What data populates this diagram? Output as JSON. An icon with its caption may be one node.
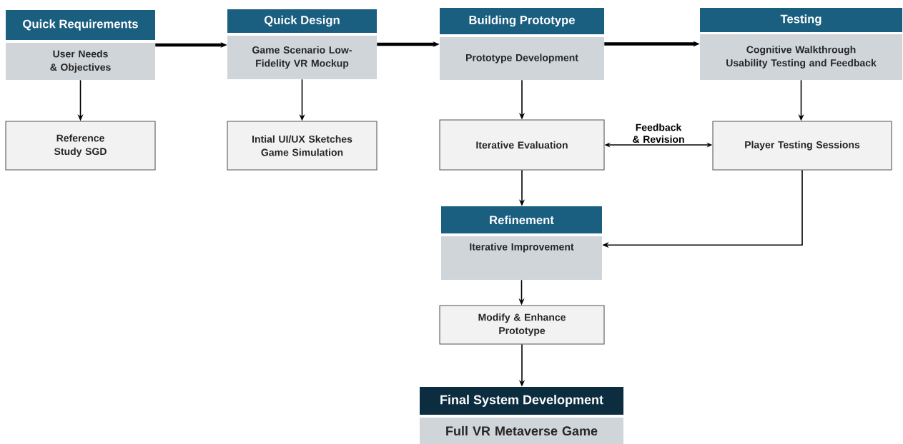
{
  "diagram": {
    "nodes": [
      {
        "text": [
          "Quick Requirements",
          "User Needs & Objectives"
        ]
      },
      {
        "text": [
          "Reference Study SGD"
        ]
      },
      {
        "text": [
          "Quick Design",
          "Game Scenario Low-Fidelity VR Mockup"
        ]
      },
      {
        "text": [
          "Intial UI/UX Sketches Game Simulation"
        ]
      },
      {
        "text": [
          "Building Prototype",
          "Prototype Development"
        ]
      },
      {
        "text": [
          "Iterative Evaluation"
        ]
      },
      {
        "text": [
          "Testing",
          "Cognitive Walkthrough Usability Testing and Feedback"
        ]
      },
      {
        "text": [
          "Player Testing Sessions"
        ]
      },
      {
        "text": [
          "Refinement",
          "Iterative Improvement"
        ]
      },
      {
        "text": [
          "Modify & Enhance Prototype"
        ]
      },
      {
        "text": [
          "Final System Development",
          "Full VR Metaverse Game"
        ]
      }
    ],
    "edges": [
      {
        "from": 0,
        "to": 2,
        "arrow": "to",
        "style": "thick"
      },
      {
        "from": 2,
        "to": 4,
        "arrow": "to",
        "style": "thick"
      },
      {
        "from": 4,
        "to": 6,
        "arrow": "to",
        "style": "thick"
      },
      {
        "from": 0,
        "to": 1,
        "arrow": "to"
      },
      {
        "from": 2,
        "to": 3,
        "arrow": "to"
      },
      {
        "from": 4,
        "to": 5,
        "arrow": "to"
      },
      {
        "from": 6,
        "to": 7,
        "arrow": "to"
      },
      {
        "from": 5,
        "to": 7,
        "arrow": "both",
        "label": "Feedback & Revision"
      },
      {
        "from": 5,
        "to": 8,
        "arrow": "to"
      },
      {
        "from": 7,
        "to": 8,
        "arrow": "to"
      },
      {
        "from": 8,
        "to": 9,
        "arrow": "to"
      },
      {
        "from": 9,
        "to": 10,
        "arrow": "to"
      }
    ]
  }
}
